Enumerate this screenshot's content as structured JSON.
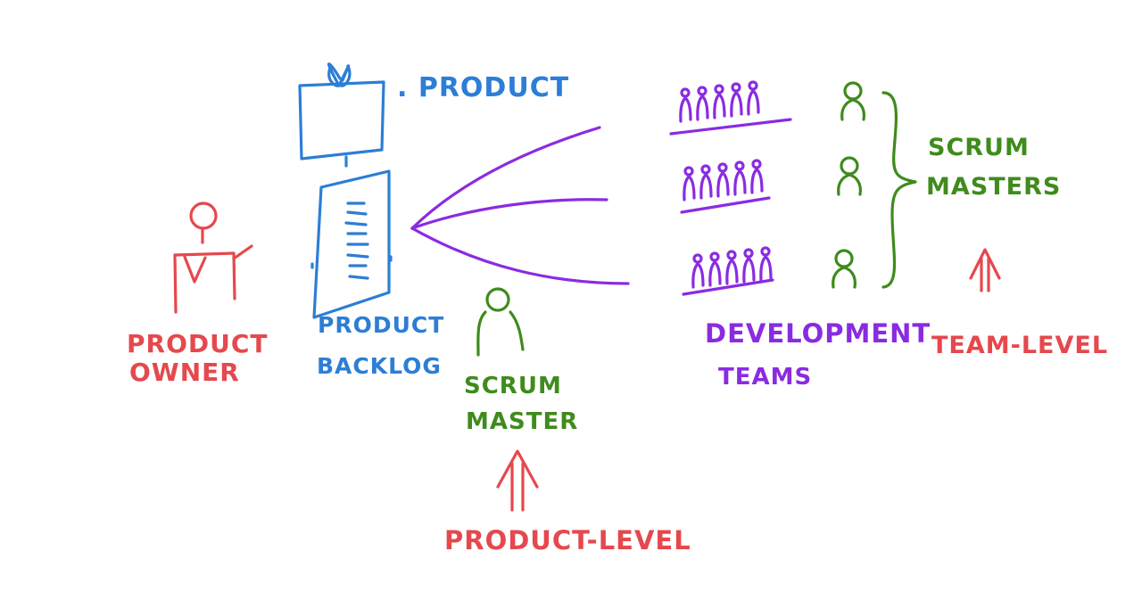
{
  "colors": {
    "product_owner": "#e5484d",
    "product": "#2c7ed6",
    "scrum": "#3f8b1d",
    "teams": "#8a2be2",
    "level": "#e5484d"
  },
  "labels": {
    "product": ". PRODUCT",
    "product_owner": [
      "PRODUCT",
      "OWNER"
    ],
    "product_backlog": [
      "PRODUCT",
      "BACKLOG"
    ],
    "scrum_master": [
      "SCRUM",
      "MASTER"
    ],
    "development_teams": [
      "DEVELOPMENT",
      "TEAMS"
    ],
    "scrum_masters": [
      "SCRUM",
      "MASTERS"
    ],
    "product_level": "PRODUCT-LEVEL",
    "team_level": "TEAM-LEVEL"
  },
  "teams": [
    {
      "members": 5,
      "has_scrum_master": true
    },
    {
      "members": 5,
      "has_scrum_master": true
    },
    {
      "members": 5,
      "has_scrum_master": true
    }
  ]
}
